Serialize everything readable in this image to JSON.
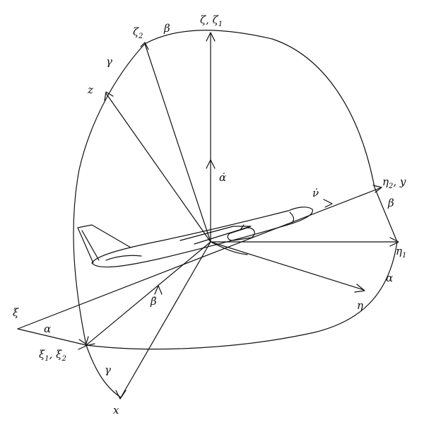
{
  "labels": {
    "zeta": "ζ, ζ",
    "zeta_sub": "1",
    "zeta2": "ζ",
    "zeta2_sub": "2",
    "beta_top": "β",
    "gamma_top": "γ",
    "z": "z",
    "alpha_dot": "α̇",
    "nu_dot": "ν̇",
    "eta2y": "η",
    "eta2y_sub": "2",
    "eta2y_rest": ", y",
    "beta_right": "β",
    "eta1": "η",
    "eta1_sub": "1",
    "alpha_right": "α",
    "eta": "η",
    "beta_dot": "β̇",
    "xi": "ξ",
    "alpha_left": "α",
    "xi12": "ξ",
    "xi12_sub1": "1",
    "xi12_mid": ", ξ",
    "xi12_sub2": "2",
    "gamma_bottom": "γ",
    "x": "x"
  }
}
